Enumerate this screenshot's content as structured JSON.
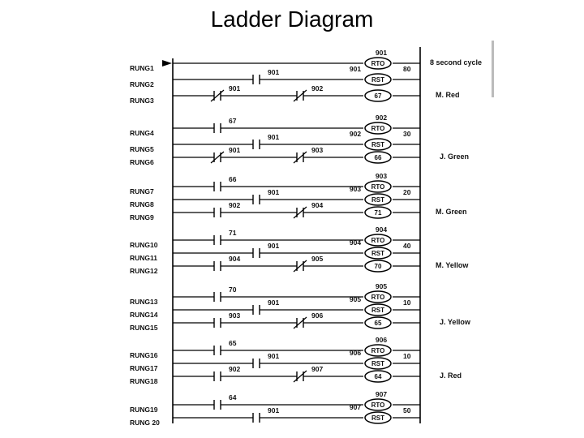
{
  "title": "Ladder Diagram",
  "rungs": [
    {
      "label": "RUNG1",
      "contacts": [],
      "coil_type": "RTO",
      "coil_tag": "901",
      "preset": "80",
      "output": "8 second cycle"
    },
    {
      "label": "RUNG2",
      "contacts": [
        {
          "tag": "901",
          "nc": false
        }
      ],
      "coil_type": "RST",
      "coil_tag": "901",
      "preset": "",
      "output": ""
    },
    {
      "label": "RUNG3",
      "contacts": [
        {
          "tag": "901",
          "nc": true
        },
        {
          "tag": "902",
          "nc": true
        }
      ],
      "coil_type": "OUT",
      "coil_tag": "67",
      "preset": "",
      "output": "M. Red"
    },
    {
      "label": "RUNG4",
      "contacts": [
        {
          "tag": "67",
          "nc": false
        }
      ],
      "coil_type": "RTO",
      "coil_tag": "902",
      "preset": "30",
      "output": ""
    },
    {
      "label": "RUNG5",
      "contacts": [
        {
          "tag": "901",
          "nc": false
        }
      ],
      "coil_type": "RST",
      "coil_tag": "902",
      "preset": "",
      "output": ""
    },
    {
      "label": "RUNG6",
      "contacts": [
        {
          "tag": "901",
          "nc": true
        },
        {
          "tag": "903",
          "nc": true
        }
      ],
      "coil_type": "OUT",
      "coil_tag": "66",
      "preset": "",
      "output": "J. Green"
    },
    {
      "label": "RUNG7",
      "contacts": [
        {
          "tag": "66",
          "nc": false
        }
      ],
      "coil_type": "RTO",
      "coil_tag": "903",
      "preset": "20",
      "output": ""
    },
    {
      "label": "RUNG8",
      "contacts": [
        {
          "tag": "901",
          "nc": false
        }
      ],
      "coil_type": "RST",
      "coil_tag": "903",
      "preset": "",
      "output": ""
    },
    {
      "label": "RUNG9",
      "contacts": [
        {
          "tag": "902",
          "nc": false
        },
        {
          "tag": "904",
          "nc": true
        }
      ],
      "coil_type": "OUT",
      "coil_tag": "71",
      "preset": "",
      "output": "M. Green"
    },
    {
      "label": "RUNG10",
      "contacts": [
        {
          "tag": "71",
          "nc": false
        }
      ],
      "coil_type": "RTO",
      "coil_tag": "904",
      "preset": "40",
      "output": ""
    },
    {
      "label": "RUNG11",
      "contacts": [
        {
          "tag": "901",
          "nc": false
        }
      ],
      "coil_type": "RST",
      "coil_tag": "904",
      "preset": "",
      "output": ""
    },
    {
      "label": "RUNG12",
      "contacts": [
        {
          "tag": "904",
          "nc": false
        },
        {
          "tag": "905",
          "nc": true
        }
      ],
      "coil_type": "OUT",
      "coil_tag": "70",
      "preset": "",
      "output": "M. Yellow"
    },
    {
      "label": "RUNG13",
      "contacts": [
        {
          "tag": "70",
          "nc": false
        }
      ],
      "coil_type": "RTO",
      "coil_tag": "905",
      "preset": "10",
      "output": ""
    },
    {
      "label": "RUNG14",
      "contacts": [
        {
          "tag": "901",
          "nc": false
        }
      ],
      "coil_type": "RST",
      "coil_tag": "905",
      "preset": "",
      "output": ""
    },
    {
      "label": "RUNG15",
      "contacts": [
        {
          "tag": "903",
          "nc": false
        },
        {
          "tag": "906",
          "nc": true
        }
      ],
      "coil_type": "OUT",
      "coil_tag": "65",
      "preset": "",
      "output": "J. Yellow"
    },
    {
      "label": "RUNG16",
      "contacts": [
        {
          "tag": "65",
          "nc": false
        }
      ],
      "coil_type": "RTO",
      "coil_tag": "906",
      "preset": "10",
      "output": ""
    },
    {
      "label": "RUNG17",
      "contacts": [
        {
          "tag": "901",
          "nc": false
        }
      ],
      "coil_type": "RST",
      "coil_tag": "906",
      "preset": "",
      "output": ""
    },
    {
      "label": "RUNG18",
      "contacts": [
        {
          "tag": "902",
          "nc": false
        },
        {
          "tag": "907",
          "nc": true
        }
      ],
      "coil_type": "OUT",
      "coil_tag": "64",
      "preset": "",
      "output": "J. Red"
    },
    {
      "label": "RUNG19",
      "contacts": [
        {
          "tag": "64",
          "nc": false
        }
      ],
      "coil_type": "RTO",
      "coil_tag": "907",
      "preset": "50",
      "output": ""
    },
    {
      "label": "RUNG 20",
      "contacts": [
        {
          "tag": "901",
          "nc": false
        }
      ],
      "coil_type": "RST",
      "coil_tag": "907",
      "preset": "",
      "output": ""
    }
  ]
}
